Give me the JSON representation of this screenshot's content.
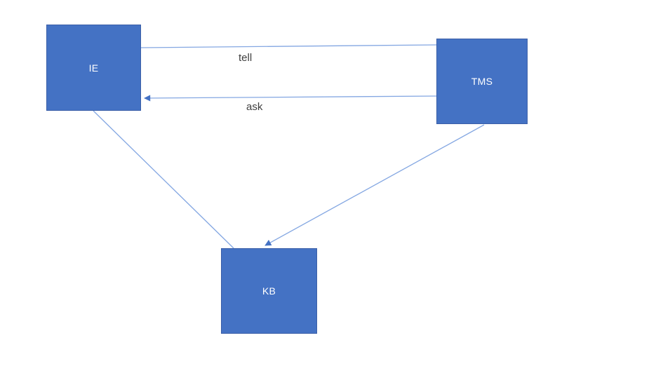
{
  "diagram": {
    "nodes": [
      {
        "id": "ie",
        "label": "IE"
      },
      {
        "id": "tms",
        "label": "TMS"
      },
      {
        "id": "kb",
        "label": "KB"
      }
    ],
    "edges": [
      {
        "id": "tell",
        "label": "tell",
        "from": "IE",
        "to": "TMS",
        "arrowhead": "none"
      },
      {
        "id": "ask",
        "label": "ask",
        "from": "TMS",
        "to": "IE",
        "arrowhead": "at-IE"
      },
      {
        "id": "ie-kb",
        "label": "",
        "from": "IE",
        "to": "KB",
        "arrowhead": "none"
      },
      {
        "id": "tms-kb",
        "label": "",
        "from": "TMS",
        "to": "KB",
        "arrowhead": "at-KB"
      }
    ],
    "colors": {
      "background": "#ffffff",
      "node_fill": "#4472c4",
      "node_border": "#3b5fa8",
      "node_text": "#ffffff",
      "connector": "#84a7e2",
      "arrowhead": "#4472c4",
      "edge_label_text": "#3f3f3f"
    }
  }
}
